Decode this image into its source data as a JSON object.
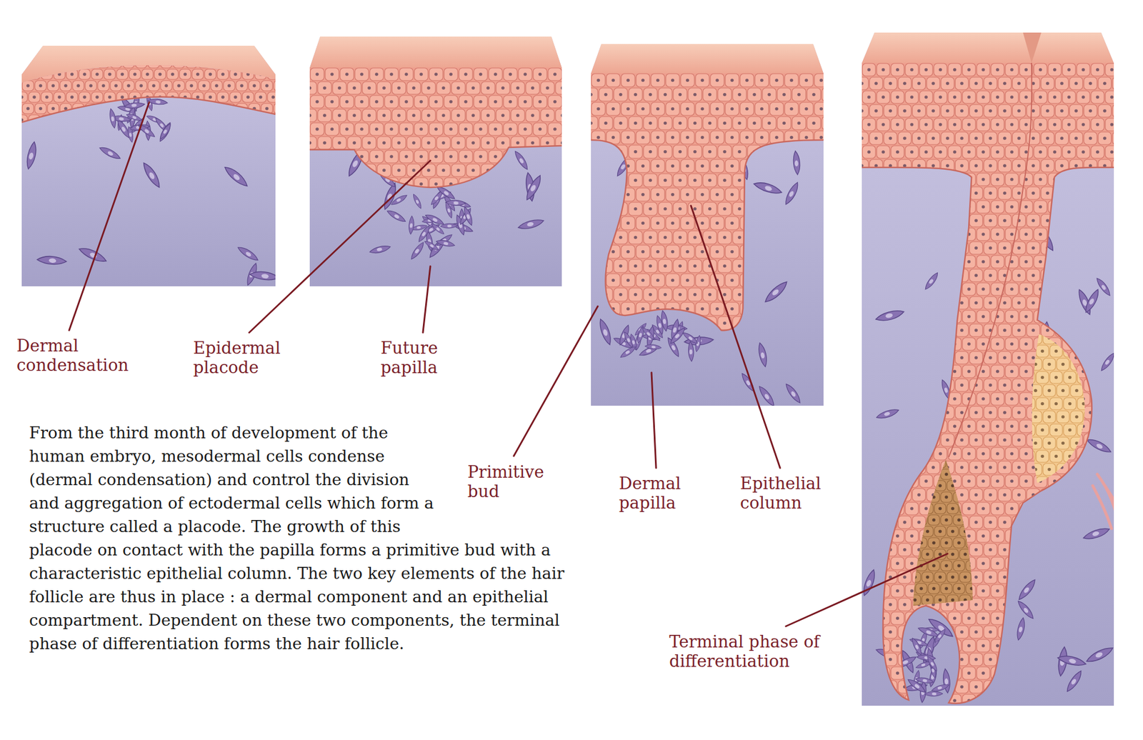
{
  "diagram": {
    "caption": "From the third month of development of the human embryo, mesodermal cells condense (dermal condensation) and control the division and aggregation of ectodermal cells which form a structure called a placode. The growth of this placode on contact with the papilla forms a primitive bud with a characteristic epithelial column. The two key elements of the hair follicle are thus in place : a dermal component and an epithelial compartment. Dependent on these two components, the terminal phase of differentiation forms the hair follicle.",
    "labels": [
      "Dermal condensation",
      "Epidermal placode",
      "Future papilla",
      "Primitive bud",
      "Dermal papilla",
      "Epithelial column",
      "Terminal phase of differentiation"
    ]
  }
}
